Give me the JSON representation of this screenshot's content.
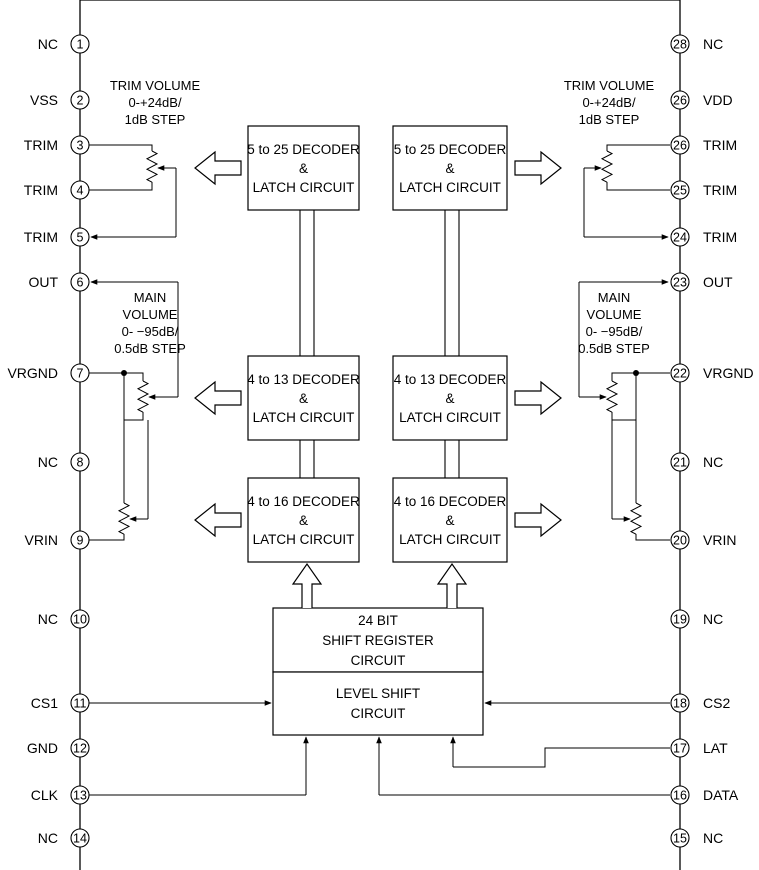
{
  "pins_left": [
    {
      "num": "1",
      "name": "NC"
    },
    {
      "num": "2",
      "name": "VSS"
    },
    {
      "num": "3",
      "name": "TRIM"
    },
    {
      "num": "4",
      "name": "TRIM"
    },
    {
      "num": "5",
      "name": "TRIM"
    },
    {
      "num": "6",
      "name": "OUT"
    },
    {
      "num": "7",
      "name": "VRGND"
    },
    {
      "num": "8",
      "name": "NC"
    },
    {
      "num": "9",
      "name": "VRIN"
    },
    {
      "num": "10",
      "name": "NC"
    },
    {
      "num": "11",
      "name": "CS1"
    },
    {
      "num": "12",
      "name": "GND"
    },
    {
      "num": "13",
      "name": "CLK"
    },
    {
      "num": "14",
      "name": "NC"
    }
  ],
  "pins_right": [
    {
      "num": "28",
      "name": "NC"
    },
    {
      "num": "26",
      "name": "VDD"
    },
    {
      "num": "26",
      "name": "TRIM"
    },
    {
      "num": "25",
      "name": "TRIM"
    },
    {
      "num": "24",
      "name": "TRIM"
    },
    {
      "num": "23",
      "name": "OUT"
    },
    {
      "num": "22",
      "name": "VRGND"
    },
    {
      "num": "21",
      "name": "NC"
    },
    {
      "num": "20",
      "name": "VRIN"
    },
    {
      "num": "19",
      "name": "NC"
    },
    {
      "num": "18",
      "name": "CS2"
    },
    {
      "num": "17",
      "name": "LAT"
    },
    {
      "num": "16",
      "name": "DATA"
    },
    {
      "num": "15",
      "name": "NC"
    }
  ],
  "blocks": {
    "dec_top_left": [
      "5 to 25 DECODER",
      "&",
      "LATCH CIRCUIT"
    ],
    "dec_top_right": [
      "5 to 25 DECODER",
      "&",
      "LATCH CIRCUIT"
    ],
    "dec_mid_left": [
      "4 to 13 DECODER",
      "&",
      "LATCH CIRCUIT"
    ],
    "dec_mid_right": [
      "4 to 13 DECODER",
      "&",
      "LATCH CIRCUIT"
    ],
    "dec_bot_left": [
      "4 to 16 DECODER",
      "&",
      "LATCH CIRCUIT"
    ],
    "dec_bot_right": [
      "4 to 16 DECODER",
      "&",
      "LATCH CIRCUIT"
    ],
    "shift_register": [
      "24 BIT",
      "SHIFT REGISTER",
      "CIRCUIT"
    ],
    "level_shift": [
      "LEVEL SHIFT",
      "CIRCUIT"
    ]
  },
  "notes": {
    "trim_left": [
      "TRIM VOLUME",
      "0-+24dB/",
      "1dB STEP"
    ],
    "trim_right": [
      "TRIM VOLUME",
      "0-+24dB/",
      "1dB STEP"
    ],
    "main_left": [
      "MAIN",
      "VOLUME",
      "0- −95dB/",
      "0.5dB STEP"
    ],
    "main_right": [
      "MAIN",
      "VOLUME",
      "0- −95dB/",
      "0.5dB STEP"
    ]
  }
}
